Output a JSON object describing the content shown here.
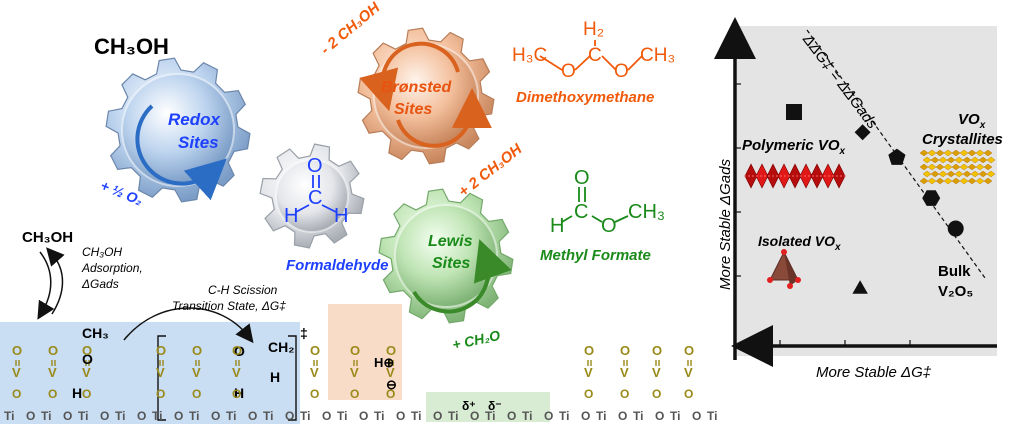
{
  "colors": {
    "redox": "#1e40ff",
    "bronsted": "#f05a0a",
    "lewis": "#1a8a1a",
    "vanadium": "#9a8a1a",
    "titanium": "#555555",
    "redox_region": "#c9ddf3",
    "bronsted_region": "#f8dcc8",
    "lewis_region": "#d7ecd2",
    "chart_bg": "#e4e4e4"
  },
  "left": {
    "methanol_top": "CH₃OH",
    "redox_label": [
      "Redox",
      "Sites"
    ],
    "bronsted_label": [
      "Brønsted",
      "Sites"
    ],
    "lewis_label": [
      "Lewis",
      "Sites"
    ],
    "half_o2": "+ ½ O₂",
    "minus_2_methanol": "- 2 CH₃OH",
    "plus_2_methanol": "+ 2 CH₃OH",
    "plus_formaldehyde": "+ CH₂O",
    "formaldehyde": "Formaldehyde",
    "dimethoxymethane": "Dimethoxymethane",
    "methyl_formate": "Methyl Formate",
    "dmm_structure": {
      "h3c_left": "H₃C",
      "o_left": "O",
      "c": "C",
      "h2": "H₂",
      "o_right": "O",
      "ch3_right": "CH₃"
    },
    "formaldehyde_structure": {
      "o": "O",
      "c": "C",
      "h_left": "H",
      "h_right": "H"
    },
    "methyl_formate_structure": {
      "o_top": "O",
      "h": "H",
      "c": "C",
      "o": "O",
      "ch3": "CH₃"
    }
  },
  "surface": {
    "methanol": "CH₃OH",
    "adsorption_lines": [
      "CH₃OH",
      "Adsorption,",
      "ΔGads"
    ],
    "transition_lines": [
      "C-H Scission",
      "Transition State, ΔG‡"
    ],
    "double_dagger": "‡",
    "ch3": "CH₃",
    "o": "O",
    "ch2": "CH₂",
    "h": "H",
    "h_plus": "H⊕",
    "minus": "⊖",
    "delta_plus": "δ⁺",
    "delta_minus": "δ⁻",
    "v": "V",
    "ti": "Ti"
  },
  "chart_data": {
    "type": "scatter",
    "xlabel": "More Stable ΔG‡",
    "ylabel": "More Stable ΔGads",
    "trendline_label": "ΔΔG‡ = ΔΔGads",
    "annotations": [
      "Polymeric VOx",
      "VOx Crystallites",
      "Isolated VOx",
      "Bulk V2O5"
    ],
    "annotation_parts": {
      "polymeric": "Polymeric VO",
      "crystallites_1": "VO",
      "crystallites_2": "Crystallites",
      "isolated": "Isolated VO",
      "bulk_1": "Bulk",
      "bulk_2": "V₂O₅",
      "sub_x": "x"
    },
    "series": [
      {
        "marker": "square",
        "x": 2,
        "y": 9
      },
      {
        "marker": "diamond",
        "x": 4.8,
        "y": 8.2
      },
      {
        "marker": "pentagon",
        "x": 6.2,
        "y": 7.2
      },
      {
        "marker": "hexagon",
        "x": 7.6,
        "y": 5.6
      },
      {
        "marker": "circle",
        "x": 8.6,
        "y": 4.4
      },
      {
        "marker": "triangle",
        "x": 4.7,
        "y": 2.0
      }
    ],
    "xlim": [
      0,
      10
    ],
    "ylim": [
      0,
      12
    ],
    "grid": false
  }
}
